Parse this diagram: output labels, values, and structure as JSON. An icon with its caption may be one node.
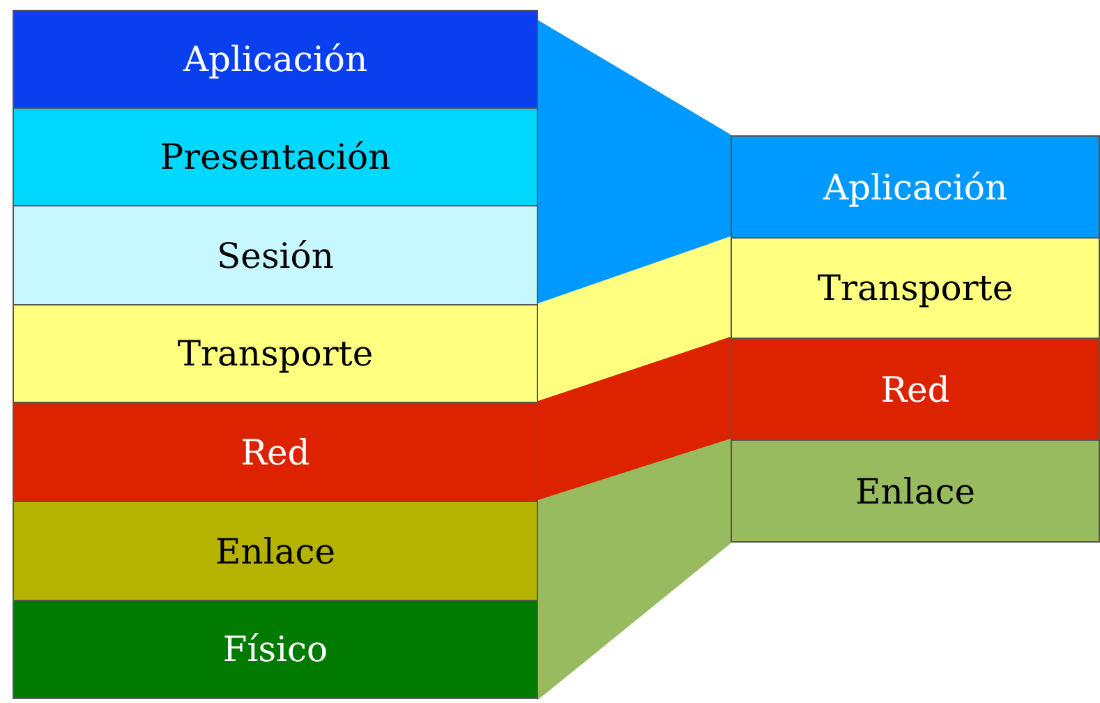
{
  "diagram": {
    "nodes": [
      {
        "text": [
          "Aplicación"
        ]
      },
      {
        "text": [
          "Presentación"
        ]
      },
      {
        "text": [
          "Sesión"
        ]
      },
      {
        "text": [
          "Transporte"
        ]
      },
      {
        "text": [
          "Red"
        ]
      },
      {
        "text": [
          "Enlace"
        ]
      },
      {
        "text": [
          "Físico"
        ]
      },
      {
        "text": [
          "Aplicación"
        ]
      },
      {
        "text": [
          "Transporte"
        ]
      },
      {
        "text": [
          "Red"
        ]
      },
      {
        "text": [
          "Enlace"
        ]
      }
    ],
    "edges": [
      {
        "from": 0,
        "to": 7,
        "arrow": "none"
      },
      {
        "from": 1,
        "to": 7,
        "arrow": "none"
      },
      {
        "from": 2,
        "to": 7,
        "arrow": "none"
      },
      {
        "from": 3,
        "to": 8,
        "arrow": "none"
      },
      {
        "from": 4,
        "to": 9,
        "arrow": "none"
      },
      {
        "from": 5,
        "to": 10,
        "arrow": "none"
      },
      {
        "from": 6,
        "to": 10,
        "arrow": "none"
      }
    ]
  }
}
